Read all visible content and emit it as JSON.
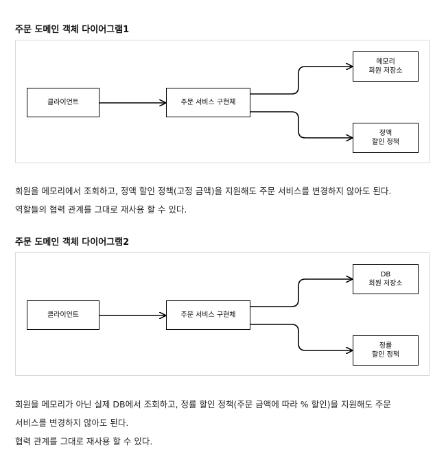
{
  "diagram1": {
    "title": "주문 도메인 객체 다이어그램1",
    "client": "클라이언트",
    "service": "주문 서비스 구현체",
    "repository": [
      "메모리",
      "회원 저장소"
    ],
    "policy": [
      "정액",
      "할인 정책"
    ]
  },
  "paragraph1": [
    "회원을 메모리에서 조회하고, 정액 할인 정책(고정 금액)을 지원해도 주문 서비스를 변경하지 않아도 된다.",
    "역할들의 협력 관계를 그대로 재사용 할 수 있다."
  ],
  "diagram2": {
    "title": "주문 도메인 객체 다이어그램2",
    "client": "클라이언트",
    "service": "주문 서비스 구현체",
    "repository": [
      "DB",
      "회원 저장소"
    ],
    "policy": [
      "정률",
      "할인 정책"
    ]
  },
  "paragraph2": [
    "회원을 메모리가 아닌 실제 DB에서 조회하고, 정률 할인 정책(주문 금액에 따라 % 할인)을 지원해도 주문",
    "서비스를 변경하지 않아도 된다.",
    "협력 관계를 그대로 재사용 할 수 있다."
  ],
  "colors": {
    "border": "#000000",
    "frame": "#d9d9d9",
    "text": "#222222"
  }
}
